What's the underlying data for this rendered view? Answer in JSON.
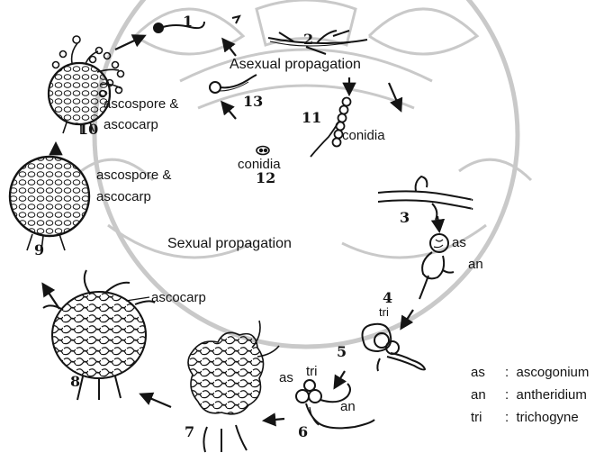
{
  "numbers": [
    "1",
    "2",
    "3",
    "4",
    "5",
    "6",
    "7",
    "8",
    "9",
    "10",
    "11",
    "12",
    "13"
  ],
  "labels": {
    "asexual": "Asexual propagation",
    "sexual": "Sexual propagation",
    "ascospore_ascocarp_a_line1": "ascospore &",
    "ascospore_ascocarp_a_line2": "ascocarp",
    "ascospore_ascocarp_b_line1": "ascospore &",
    "ascospore_ascocarp_b_line2": "ascocarp",
    "ascocarp": "ascocarp",
    "conidia_right": "conidia",
    "conidia_center": "conidia",
    "as_upper": "as",
    "an_upper": "an",
    "tri_upper": "tri",
    "as_lower": "as",
    "tri_lower": "tri",
    "an_lower": "an"
  },
  "legend": [
    {
      "abbr": "as",
      "sep": ":",
      "term": "ascogonium"
    },
    {
      "abbr": "an",
      "sep": ":",
      "term": "antheridium"
    },
    {
      "abbr": "tri",
      "sep": ":",
      "term": "trichogyne"
    }
  ],
  "colors": {
    "ink": "#141414",
    "watermark": "#c9c9c9",
    "background": "#ffffff"
  }
}
